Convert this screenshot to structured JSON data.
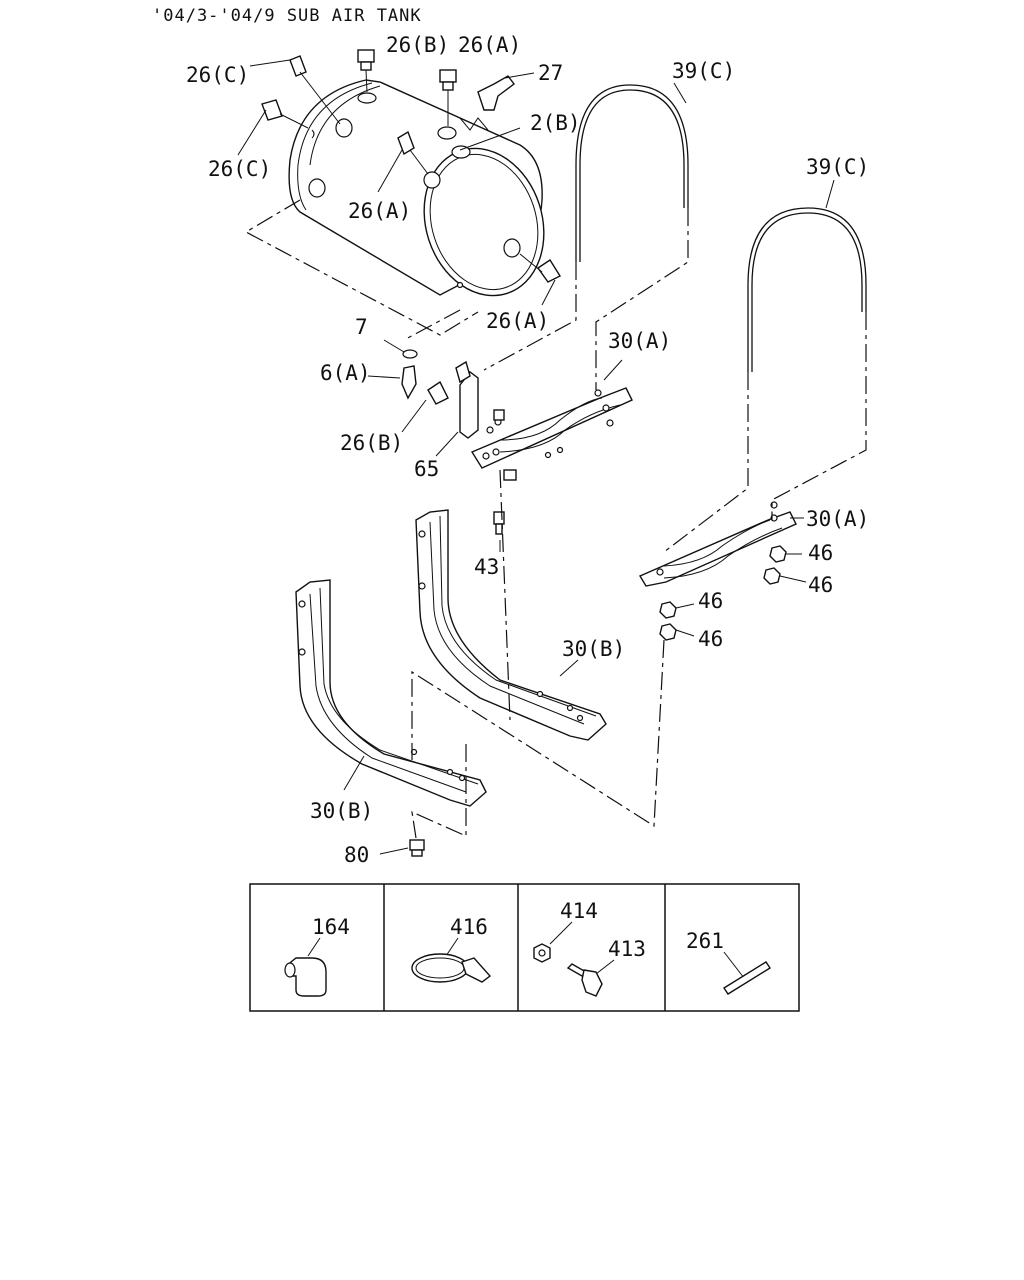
{
  "title": "'04/3-'04/9 SUB AIR TANK",
  "callouts": {
    "c26C_top": "26(C)",
    "c26B_top": "26(B)",
    "c26A_top": "26(A)",
    "c27": "27",
    "c26C_left": "26(C)",
    "c2B": "2(B)",
    "c26A_mid": "26(A)",
    "c26A_right": "26(A)",
    "c39C_a": "39(C)",
    "c39C_b": "39(C)",
    "c7": "7",
    "c6A": "6(A)",
    "c30A_a": "30(A)",
    "c26B_low": "26(B)",
    "c65": "65",
    "c43": "43",
    "c30A_b": "30(A)",
    "c46_a": "46",
    "c46_b": "46",
    "c46_c": "46",
    "c46_d": "46",
    "c30B_a": "30(B)",
    "c30B_b": "30(B)",
    "c80": "80"
  },
  "accessories": [
    {
      "number": "164",
      "icon": "elbow-fitting-icon"
    },
    {
      "number": "416",
      "icon": "hose-clamp-icon"
    },
    {
      "number": "414",
      "icon": "nut-icon"
    },
    {
      "number": "413",
      "icon": "bolt-icon"
    },
    {
      "number": "261",
      "icon": "pin-icon"
    }
  ]
}
